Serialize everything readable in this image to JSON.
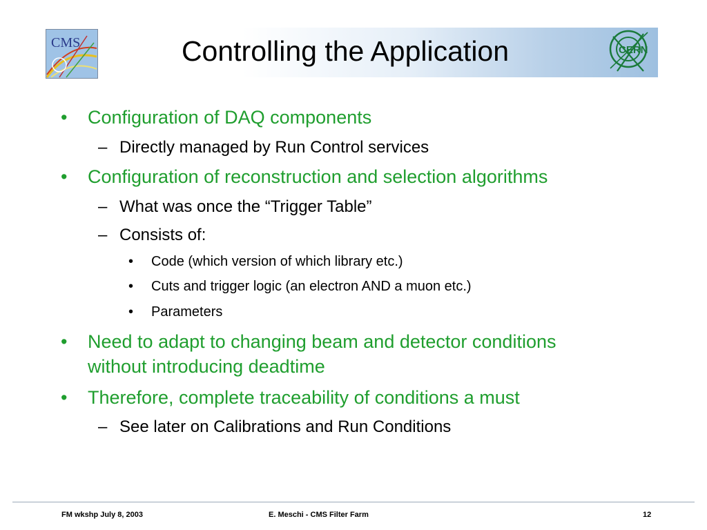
{
  "slide": {
    "title": "Controlling the Application",
    "logos": {
      "left": "CMS",
      "right": "CERN"
    },
    "bullets": [
      {
        "level": 1,
        "marker": "•",
        "text": "Configuration of DAQ components"
      },
      {
        "level": 2,
        "marker": "–",
        "text": "Directly managed by Run Control services"
      },
      {
        "level": 1,
        "marker": "•",
        "text": "Configuration of reconstruction and selection algorithms"
      },
      {
        "level": 2,
        "marker": "–",
        "text": "What was once the “Trigger Table”"
      },
      {
        "level": 2,
        "marker": "–",
        "text": "Consists of:"
      },
      {
        "level": 3,
        "marker": "•",
        "text": "Code (which version of which library etc.)"
      },
      {
        "level": 3,
        "marker": "•",
        "text": "Cuts and trigger logic (an electron AND a muon etc.)"
      },
      {
        "level": 3,
        "marker": "•",
        "text": "Parameters"
      },
      {
        "level": 1,
        "marker": "•",
        "text": "Need to adapt to changing beam and detector conditions"
      },
      {
        "level": 1,
        "marker": "",
        "text": "without introducing deadtime"
      },
      {
        "level": 1,
        "marker": "•",
        "text": "Therefore, complete traceability of conditions a must"
      },
      {
        "level": 2,
        "marker": "–",
        "text": "See later on Calibrations and Run Conditions"
      }
    ],
    "footer": {
      "left": "FM wkshp July 8, 2003",
      "center": "E. Meschi - CMS Filter Farm",
      "right": "12"
    },
    "colors": {
      "heading_green": "#1f9e2e",
      "text": "#000000",
      "title_gradient_end": "#9ec0e0"
    }
  }
}
